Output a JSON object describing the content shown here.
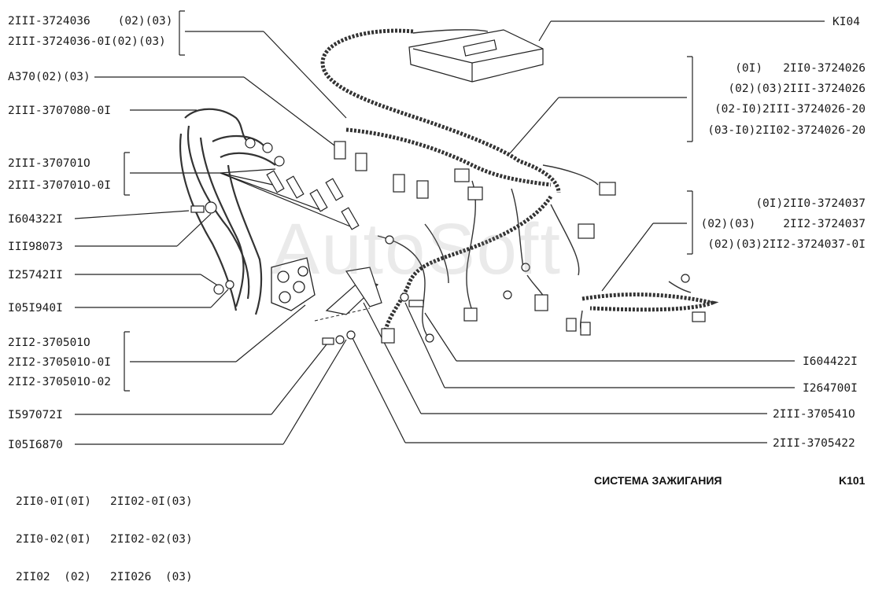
{
  "labels_left": [
    {
      "id": "l1a",
      "text": "2III-3724036    (02)(03)"
    },
    {
      "id": "l1b",
      "text": "2III-3724036-0I(02)(03)"
    },
    {
      "id": "l2",
      "text": "A370(02)(03)"
    },
    {
      "id": "l3",
      "text": "2III-3707080-0I"
    },
    {
      "id": "l4a",
      "text": "2III-370701O"
    },
    {
      "id": "l4b",
      "text": "2III-370701O-0I"
    },
    {
      "id": "l5",
      "text": "I604322I"
    },
    {
      "id": "l6",
      "text": "III98073"
    },
    {
      "id": "l7",
      "text": "I25742II"
    },
    {
      "id": "l8",
      "text": "I05I940I"
    },
    {
      "id": "l9a",
      "text": "2II2-370501O"
    },
    {
      "id": "l9b",
      "text": "2II2-370501O-0I"
    },
    {
      "id": "l9c",
      "text": "2II2-370501O-02"
    },
    {
      "id": "l10",
      "text": "I597072I"
    },
    {
      "id": "l11",
      "text": "I05I6870"
    }
  ],
  "labels_right": [
    {
      "id": "r1",
      "text": "KI04"
    },
    {
      "id": "r2a",
      "text": "(0I)   2II0-3724026"
    },
    {
      "id": "r2b",
      "text": "(02)(03)2III-3724026"
    },
    {
      "id": "r2c",
      "text": "(02-I0)2III-3724026-20"
    },
    {
      "id": "r2d",
      "text": "(03-I0)2II02-3724026-20"
    },
    {
      "id": "r3a",
      "text": "(0I)2II0-3724037"
    },
    {
      "id": "r3b",
      "text": "(02)(03)    2II2-3724037"
    },
    {
      "id": "r3c",
      "text": "(02)(03)2II2-3724037-0I"
    },
    {
      "id": "r4",
      "text": "I604422I"
    },
    {
      "id": "r5",
      "text": "I264700I"
    },
    {
      "id": "r6",
      "text": "2III-370541O"
    },
    {
      "id": "r7",
      "text": "2III-3705422"
    }
  ],
  "models_col1": [
    "2II0-0I(0I)",
    "2II0-02(0I)",
    "2II02  (02)"
  ],
  "models_col2": [
    "2II02-0I(03)",
    "2II02-02(03)",
    "2II026  (03)"
  ],
  "section_title": "СИСТЕМА ЗАЖИГАНИЯ",
  "page_code": "K101",
  "watermark": "AutoSoft"
}
